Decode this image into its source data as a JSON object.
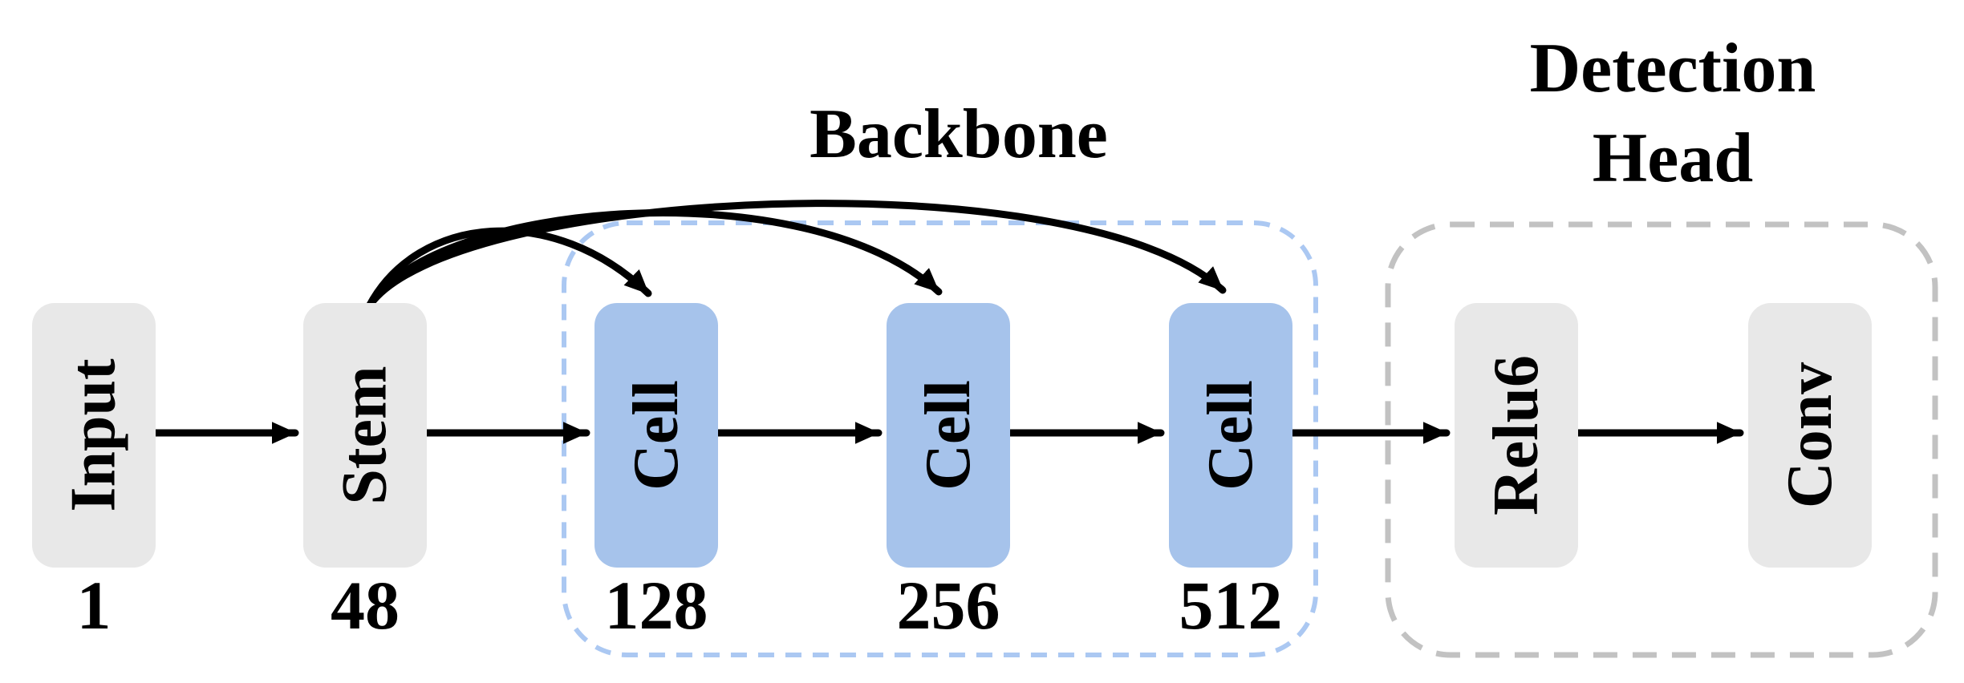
{
  "diagram": {
    "titles": {
      "backbone": "Backbone",
      "detection_head_line1": "Detection",
      "detection_head_line2": "Head"
    },
    "blocks": [
      {
        "id": "input",
        "label": "Input",
        "channels": "1",
        "kind": "gray"
      },
      {
        "id": "stem",
        "label": "Stem",
        "channels": "48",
        "kind": "gray"
      },
      {
        "id": "cell1",
        "label": "Cell",
        "channels": "128",
        "kind": "blue"
      },
      {
        "id": "cell2",
        "label": "Cell",
        "channels": "256",
        "kind": "blue"
      },
      {
        "id": "cell3",
        "label": "Cell",
        "channels": "512",
        "kind": "blue"
      },
      {
        "id": "relu6",
        "label": "Relu6",
        "kind": "gray"
      },
      {
        "id": "conv",
        "label": "Conv",
        "kind": "gray"
      }
    ],
    "colors": {
      "block_gray": "#e8e8e8",
      "block_blue": "#a6c3eb",
      "backbone_border": "#abc8f2",
      "detection_border": "#c2c2c2",
      "arrow": "#000000"
    }
  }
}
